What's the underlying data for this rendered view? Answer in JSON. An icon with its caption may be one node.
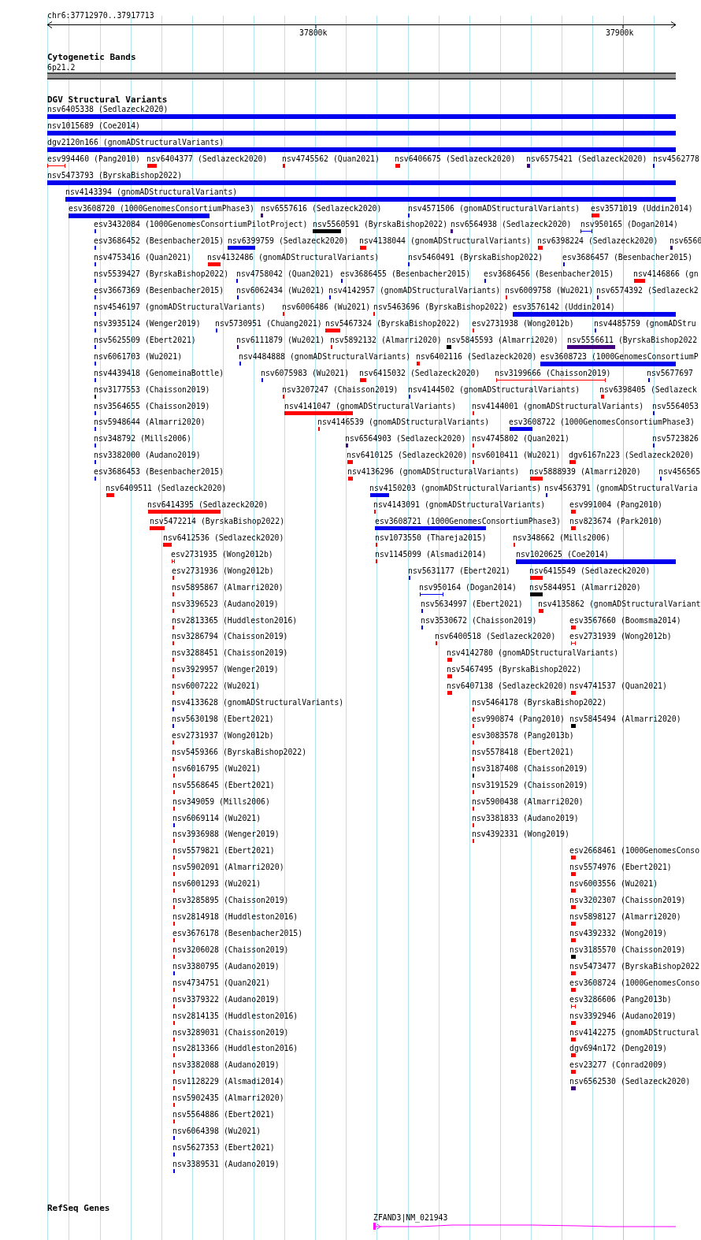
{
  "diagram": {
    "labels": [
      "chr6:37712970..37917713",
      "37800k",
      "37900k",
      "Cytogenetic Bands",
      "6p21.2",
      "DGV Structural Variants",
      "nsv6405338 (Sedlazeck2020)",
      "nsv1015689 (Coe2014)",
      "dgv2120n166 (gnomADStructuralVariants)",
      "esv994460 (Pang2010)",
      "nsv6404377 (Sedlazeck2020)",
      "nsv4745562 (Quan2021)",
      "nsv6406675 (Sedlazeck2020)",
      "nsv6575421 (Sedlazeck2020)",
      "nsv4562778",
      "nsv5473793 (ByrskaBishop2022)",
      "nsv4143394 (gnomADStructuralVariants)",
      "esv3608720 (1000GenomesConsortiumPhase3)",
      "nsv6557616 (Sedlazeck2020)",
      "nsv4571506 (gnomADStructuralVariants)",
      "esv3571019 (Uddin2014)",
      "esv3432084 (1000GenomesConsortiumPilotProject)",
      "nsv5560591 (ByrskaBishop2022)",
      "nsv6564938 (Sedlazeck2020)",
      "nsv950165 (Dogan2014)",
      "esv3686452 (Besenbacher2015)",
      "nsv6399759 (Sedlazeck2020)",
      "nsv4138044 (gnomADStructuralVariants)",
      "nsv6398224 (Sedlazeck2020)",
      "nsv6560",
      "nsv4753416 (Quan2021)",
      "nsv4132486 (gnomADStructuralVariants)",
      "nsv5460491 (ByrskaBishop2022)",
      "esv3686457 (Besenbacher2015)",
      "nsv5539427 (ByrskaBishop2022)",
      "nsv4758042 (Quan2021)",
      "esv3686455 (Besenbacher2015)",
      "esv3686456 (Besenbacher2015)",
      "nsv4146866 (gn",
      "esv3667369 (Besenbacher2015)",
      "nsv6062434 (Wu2021)",
      "nsv4142957 (gnomADStructuralVariants)",
      "nsv6009758 (Wu2021)",
      "nsv6574392 (Sedlazeck2",
      "nsv4546197 (gnomADStructuralVariants)",
      "nsv6006486 (Wu2021)",
      "nsv5463696 (ByrskaBishop2022)",
      "esv3576142 (Uddin2014)",
      "nsv3935124 (Wenger2019)",
      "nsv5730951 (Chuang2021)",
      "nsv5467324 (ByrskaBishop2022)",
      "esv2731938 (Wong2012b)",
      "nsv4485759 (gnomADStru",
      "nsv5625509 (Ebert2021)",
      "nsv6111879 (Wu2021)",
      "nsv5892132 (Almarri2020)",
      "nsv5845593 (Almarri2020)",
      "nsv5556611 (ByrskaBishop2022",
      "nsv6061703 (Wu2021)",
      "nsv4484888 (gnomADStructuralVariants)",
      "nsv6402116 (Sedlazeck2020)",
      "esv3608723 (1000GenomesConsortiumP",
      "nsv4439418 (GenomeinaBottle)",
      "nsv6075983 (Wu2021)",
      "nsv6415032 (Sedlazeck2020)",
      "nsv3199666 (Chaisson2019)",
      "nsv5677697",
      "nsv3177553 (Chaisson2019)",
      "nsv3207247 (Chaisson2019)",
      "nsv4144502 (gnomADStructuralVariants)",
      "nsv6398405 (Sedlazeck",
      "nsv3564655 (Chaisson2019)",
      "nsv4141047 (gnomADStructuralVariants)",
      "nsv4144001 (gnomADStructuralVariants)",
      "nsv5564053",
      "nsv5948644 (Almarri2020)",
      "nsv4146539 (gnomADStructuralVariants)",
      "esv3608722 (1000GenomesConsortiumPhase3)",
      "nsv348792 (Mills2006)",
      "nsv6564903 (Sedlazeck2020)",
      "nsv4745802 (Quan2021)",
      "nsv5723826",
      "nsv3382000 (Audano2019)",
      "nsv6410125 (Sedlazeck2020)",
      "nsv6010411 (Wu2021)",
      "dgv6167n223 (Sedlazeck2020)",
      "esv3686453 (Besenbacher2015)",
      "nsv4136296 (gnomADStructuralVariants)",
      "nsv5888939 (Almarri2020)",
      "nsv456565",
      "nsv6409511 (Sedlazeck2020)",
      "nsv4150203 (gnomADStructuralVariants)",
      "nsv4563791 (gnomADStructuralVaria",
      "nsv6414395 (Sedlazeck2020)",
      "nsv4143091 (gnomADStructuralVariants)",
      "esv991004 (Pang2010)",
      "nsv5472214 (ByrskaBishop2022)",
      "esv3608721 (1000GenomesConsortiumPhase3)",
      "nsv823674 (Park2010)",
      "nsv6412536 (Sedlazeck2020)",
      "nsv1073550 (Thareja2015)",
      "nsv348662 (Mills2006)",
      "esv2731935 (Wong2012b)",
      "nsv1145099 (Alsmadi2014)",
      "nsv1020625 (Coe2014)",
      "esv2731936 (Wong2012b)",
      "nsv5631177 (Ebert2021)",
      "nsv6415549 (Sedlazeck2020)",
      "nsv5895867 (Almarri2020)",
      "nsv950164 (Dogan2014)",
      "nsv5844951 (Almarri2020)",
      "nsv3396523 (Audano2019)",
      "nsv5634997 (Ebert2021)",
      "nsv4135862 (gnomADStructuralVariant",
      "nsv2813365 (Huddleston2016)",
      "nsv3530672 (Chaisson2019)",
      "esv3567660 (Boomsma2014)",
      "nsv3286794 (Chaisson2019)",
      "nsv6400518 (Sedlazeck2020)",
      "esv2731939 (Wong2012b)",
      "nsv3288451 (Chaisson2019)",
      "nsv4142780 (gnomADStructuralVariants)",
      "nsv3929957 (Wenger2019)",
      "nsv5467495 (ByrskaBishop2022)",
      "nsv6007222 (Wu2021)",
      "nsv6407138 (Sedlazeck2020)",
      "nsv4741537 (Quan2021)",
      "nsv4133628 (gnomADStructuralVariants)",
      "nsv5464178 (ByrskaBishop2022)",
      "nsv5630198 (Ebert2021)",
      "esv990874 (Pang2010)",
      "nsv5845494 (Almarri2020)",
      "esv2731937 (Wong2012b)",
      "esv3083578 (Pang2013b)",
      "nsv5459366 (ByrskaBishop2022)",
      "nsv5578418 (Ebert2021)",
      "nsv6016795 (Wu2021)",
      "nsv3187408 (Chaisson2019)",
      "nsv5568645 (Ebert2021)",
      "nsv3191529 (Chaisson2019)",
      "nsv349059 (Mills2006)",
      "nsv5900438 (Almarri2020)",
      "nsv6069114 (Wu2021)",
      "nsv3381833 (Audano2019)",
      "nsv3936988 (Wenger2019)",
      "nsv4392331 (Wong2019)",
      "nsv5579821 (Ebert2021)",
      "esv2668461 (1000GenomesConso",
      "nsv5902091 (Almarri2020)",
      "nsv5574976 (Ebert2021)",
      "nsv6001293 (Wu2021)",
      "nsv6003556 (Wu2021)",
      "nsv3285895 (Chaisson2019)",
      "nsv3202307 (Chaisson2019)",
      "nsv2814918 (Huddleston2016)",
      "nsv5898127 (Almarri2020)",
      "esv3676178 (Besenbacher2015)",
      "nsv4392332 (Wong2019)",
      "nsv3206028 (Chaisson2019)",
      "nsv3185570 (Chaisson2019)",
      "nsv3380795 (Audano2019)",
      "nsv5473477 (ByrskaBishop2022",
      "nsv4734751 (Quan2021)",
      "esv3608724 (1000GenomesConso",
      "nsv3379322 (Audano2019)",
      "esv3286606 (Pang2013b)",
      "nsv2814135 (Huddleston2016)",
      "nsv3392946 (Audano2019)",
      "nsv3289031 (Chaisson2019)",
      "nsv4142275 (gnomADStructural",
      "nsv2813366 (Huddleston2016)",
      "dgv694n172 (Deng2019)",
      "nsv3382088 (Audano2019)",
      "esv23277 (Conrad2009)",
      "nsv1128229 (Alsmadi2014)",
      "nsv6562530 (Sedlazeck2020)",
      "nsv5902435 (Almarri2020)",
      "nsv5564886 (Ebert2021)",
      "nsv6064398 (Wu2021)",
      "nsv5627353 (Ebert2021)",
      "nsv3389531 (Audano2019)",
      "RefSeq Genes",
      "ZFAND3|NM_021943"
    ]
  }
}
